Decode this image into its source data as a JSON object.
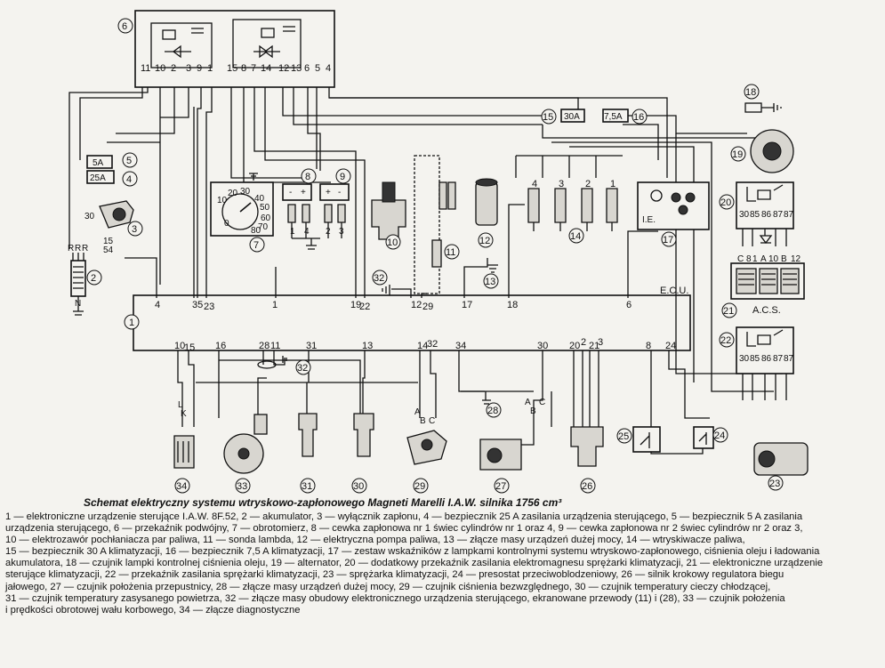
{
  "diagram": {
    "ecu_label": "E.C.U.",
    "acs_label": "A.C.S.",
    "ie_label": "I.E.",
    "fuse_labels": {
      "f5": "5A",
      "f4": "25A",
      "f15": "30A",
      "f16": "7,5A"
    },
    "wire_letters": {
      "r1": "R",
      "r2": "R",
      "r3": "R",
      "n": "N",
      "l": "L",
      "k": "K",
      "a1": "A",
      "b1": "B",
      "c1": "C",
      "a2": "A",
      "b2": "B",
      "c2": "C"
    },
    "callouts": [
      "1",
      "2",
      "3",
      "4",
      "5",
      "6",
      "7",
      "8",
      "9",
      "10",
      "11",
      "12",
      "13",
      "14",
      "15",
      "16",
      "17",
      "18",
      "19",
      "20",
      "21",
      "22",
      "23",
      "24",
      "25",
      "26",
      "27",
      "28",
      "29",
      "30",
      "31",
      "32",
      "33",
      "34"
    ],
    "ecu_top_pins": [
      "4",
      "35",
      "23",
      "1",
      "19",
      "22",
      "12",
      "29",
      "17",
      "18",
      "6"
    ],
    "ecu_bottom_pins": [
      "10",
      "15",
      "16",
      "28",
      "11",
      "31",
      "13",
      "14",
      "32",
      "34",
      "30",
      "20",
      "2",
      "21",
      "3",
      "8",
      "24"
    ],
    "relay6_pins": [
      "11",
      "10",
      "2",
      "3",
      "9",
      "1",
      "15",
      "8",
      "7",
      "14",
      "12",
      "13",
      "6",
      "5",
      "4"
    ],
    "switch3_pins": [
      "30",
      "15",
      "54"
    ],
    "tacho_scale": [
      "10",
      "20",
      "30",
      "40",
      "50",
      "60",
      "70",
      "80",
      "0"
    ],
    "injector_numbers": [
      "4",
      "3",
      "2",
      "1"
    ],
    "relay20_pins": [
      "30",
      "85",
      "86",
      "87",
      "87"
    ],
    "relay22_pins": [
      "30",
      "85",
      "86",
      "87",
      "87"
    ],
    "acs_pins": [
      "C",
      "8",
      "1",
      "A",
      "10",
      "B",
      "12"
    ],
    "coil8_terms": [
      "-",
      "+"
    ],
    "coil9_terms": [
      "+",
      "-"
    ],
    "coil8_cyl": [
      "1",
      "4"
    ],
    "coil9_cyl": [
      "2",
      "3"
    ]
  },
  "caption": {
    "title": "Schemat elektryczny systemu wtryskowo-zapłonowego Magneti Marelli I.A.W. silnika 1756 cm³",
    "lines": [
      "1 — elektroniczne urządzenie sterujące I.A.W. 8F.52, 2 — akumulator, 3 — wyłącznik zapłonu, 4 — bezpiecznik 25 A zasilania urządzenia sterującego, 5 — bezpiecznik 5 A zasilania",
      "urządzenia sterującego, 6 — przekaźnik podwójny, 7 — obrotomierz, 8 — cewka zapłonowa nr 1 świec cylindrów nr 1 oraz 4, 9 — cewka zapłonowa nr 2 świec cylindrów nr 2 oraz 3,",
      "10 — elektrozawór pochłaniacza par paliwa, 11 — sonda lambda, 12 — elektryczna pompa paliwa, 13 — złącze masy urządzeń dużej mocy, 14 — wtryskiwacze paliwa,",
      "15 — bezpiecznik 30 A klimatyzacji, 16 — bezpiecznik 7,5 A klimatyzacji, 17 — zestaw wskaźników z lampkami kontrolnymi systemu wtryskowo-zapłonowego, ciśnienia oleju i ładowania",
      "akumulatora, 18 — czujnik lampki kontrolnej ciśnienia oleju, 19 — alternator, 20 — dodatkowy przekaźnik zasilania elektromagnesu sprężarki klimatyzacji, 21 — elektroniczne urządzenie",
      "sterujące klimatyzacji, 22 — przekaźnik zasilania sprężarki klimatyzacji, 23 — sprężarka klimatyzacji, 24 — presostat przeciwoblodzeniowy, 26 — silnik krokowy regulatora biegu",
      "jałowego, 27 — czujnik położenia przepustnicy, 28 — złącze masy urządzeń dużej mocy, 29 — czujnik ciśnienia bezwzględnego, 30 — czujnik temperatury cieczy chłodzącej,",
      "31 — czujnik temperatury zasysanego powietrza, 32 — złącze masy obudowy elektronicznego urządzenia sterującego, ekranowane przewody (11) i (28), 33 — czujnik położenia",
      "i prędkości obrotowej wału korbowego, 34 — złącze diagnostyczne"
    ]
  }
}
